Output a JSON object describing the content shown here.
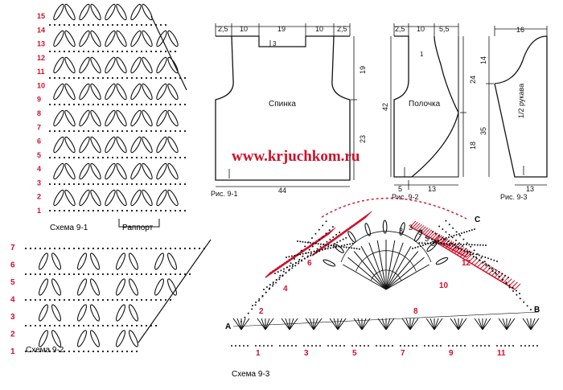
{
  "watermark": "www.krjuchkom.ru",
  "colors": {
    "ink": "#111111",
    "accent": "#d0102a"
  },
  "schema1": {
    "caption": "Схема 9-1",
    "rapport": "Раппорт",
    "rows": [
      "1",
      "2",
      "3",
      "4",
      "5",
      "6",
      "7",
      "8",
      "9",
      "10",
      "11",
      "12",
      "13",
      "14",
      "15"
    ]
  },
  "schema2": {
    "caption": "Схема 9-2",
    "rows": [
      "1",
      "2",
      "3",
      "4",
      "5",
      "6",
      "7"
    ]
  },
  "schema3": {
    "caption": "Схема 9-3",
    "points": [
      "A",
      "B",
      "C"
    ],
    "bottom_nums": [
      "1",
      "3",
      "5",
      "7",
      "9",
      "11"
    ],
    "diag_nums": [
      "2",
      "4",
      "6",
      "8",
      "10",
      "12"
    ],
    "fan_nums": [
      "3",
      "3",
      "3",
      "3",
      "3"
    ]
  },
  "fig1": {
    "caption": "Рис. 9-1",
    "name": "Спинка",
    "top_dims": [
      "2,5",
      "10",
      "19",
      "10",
      "2,5"
    ],
    "neck_depth": "3",
    "side_dims": [
      "19",
      "23"
    ],
    "bottom": "44"
  },
  "fig2": {
    "caption": "Рис. 9-2",
    "name": "Полочка",
    "top_dims": [
      "2,5",
      "10",
      "5,5"
    ],
    "left_dim": "42",
    "right_dims": [
      "24",
      "18"
    ],
    "bottom_dims": [
      "5",
      "13"
    ],
    "mark": "1"
  },
  "fig3": {
    "caption": "Рис. 9-3",
    "name": "1/2 рукава",
    "top_dim": "16",
    "left_dims": [
      "14",
      "35"
    ],
    "bottom_dim": "13"
  }
}
